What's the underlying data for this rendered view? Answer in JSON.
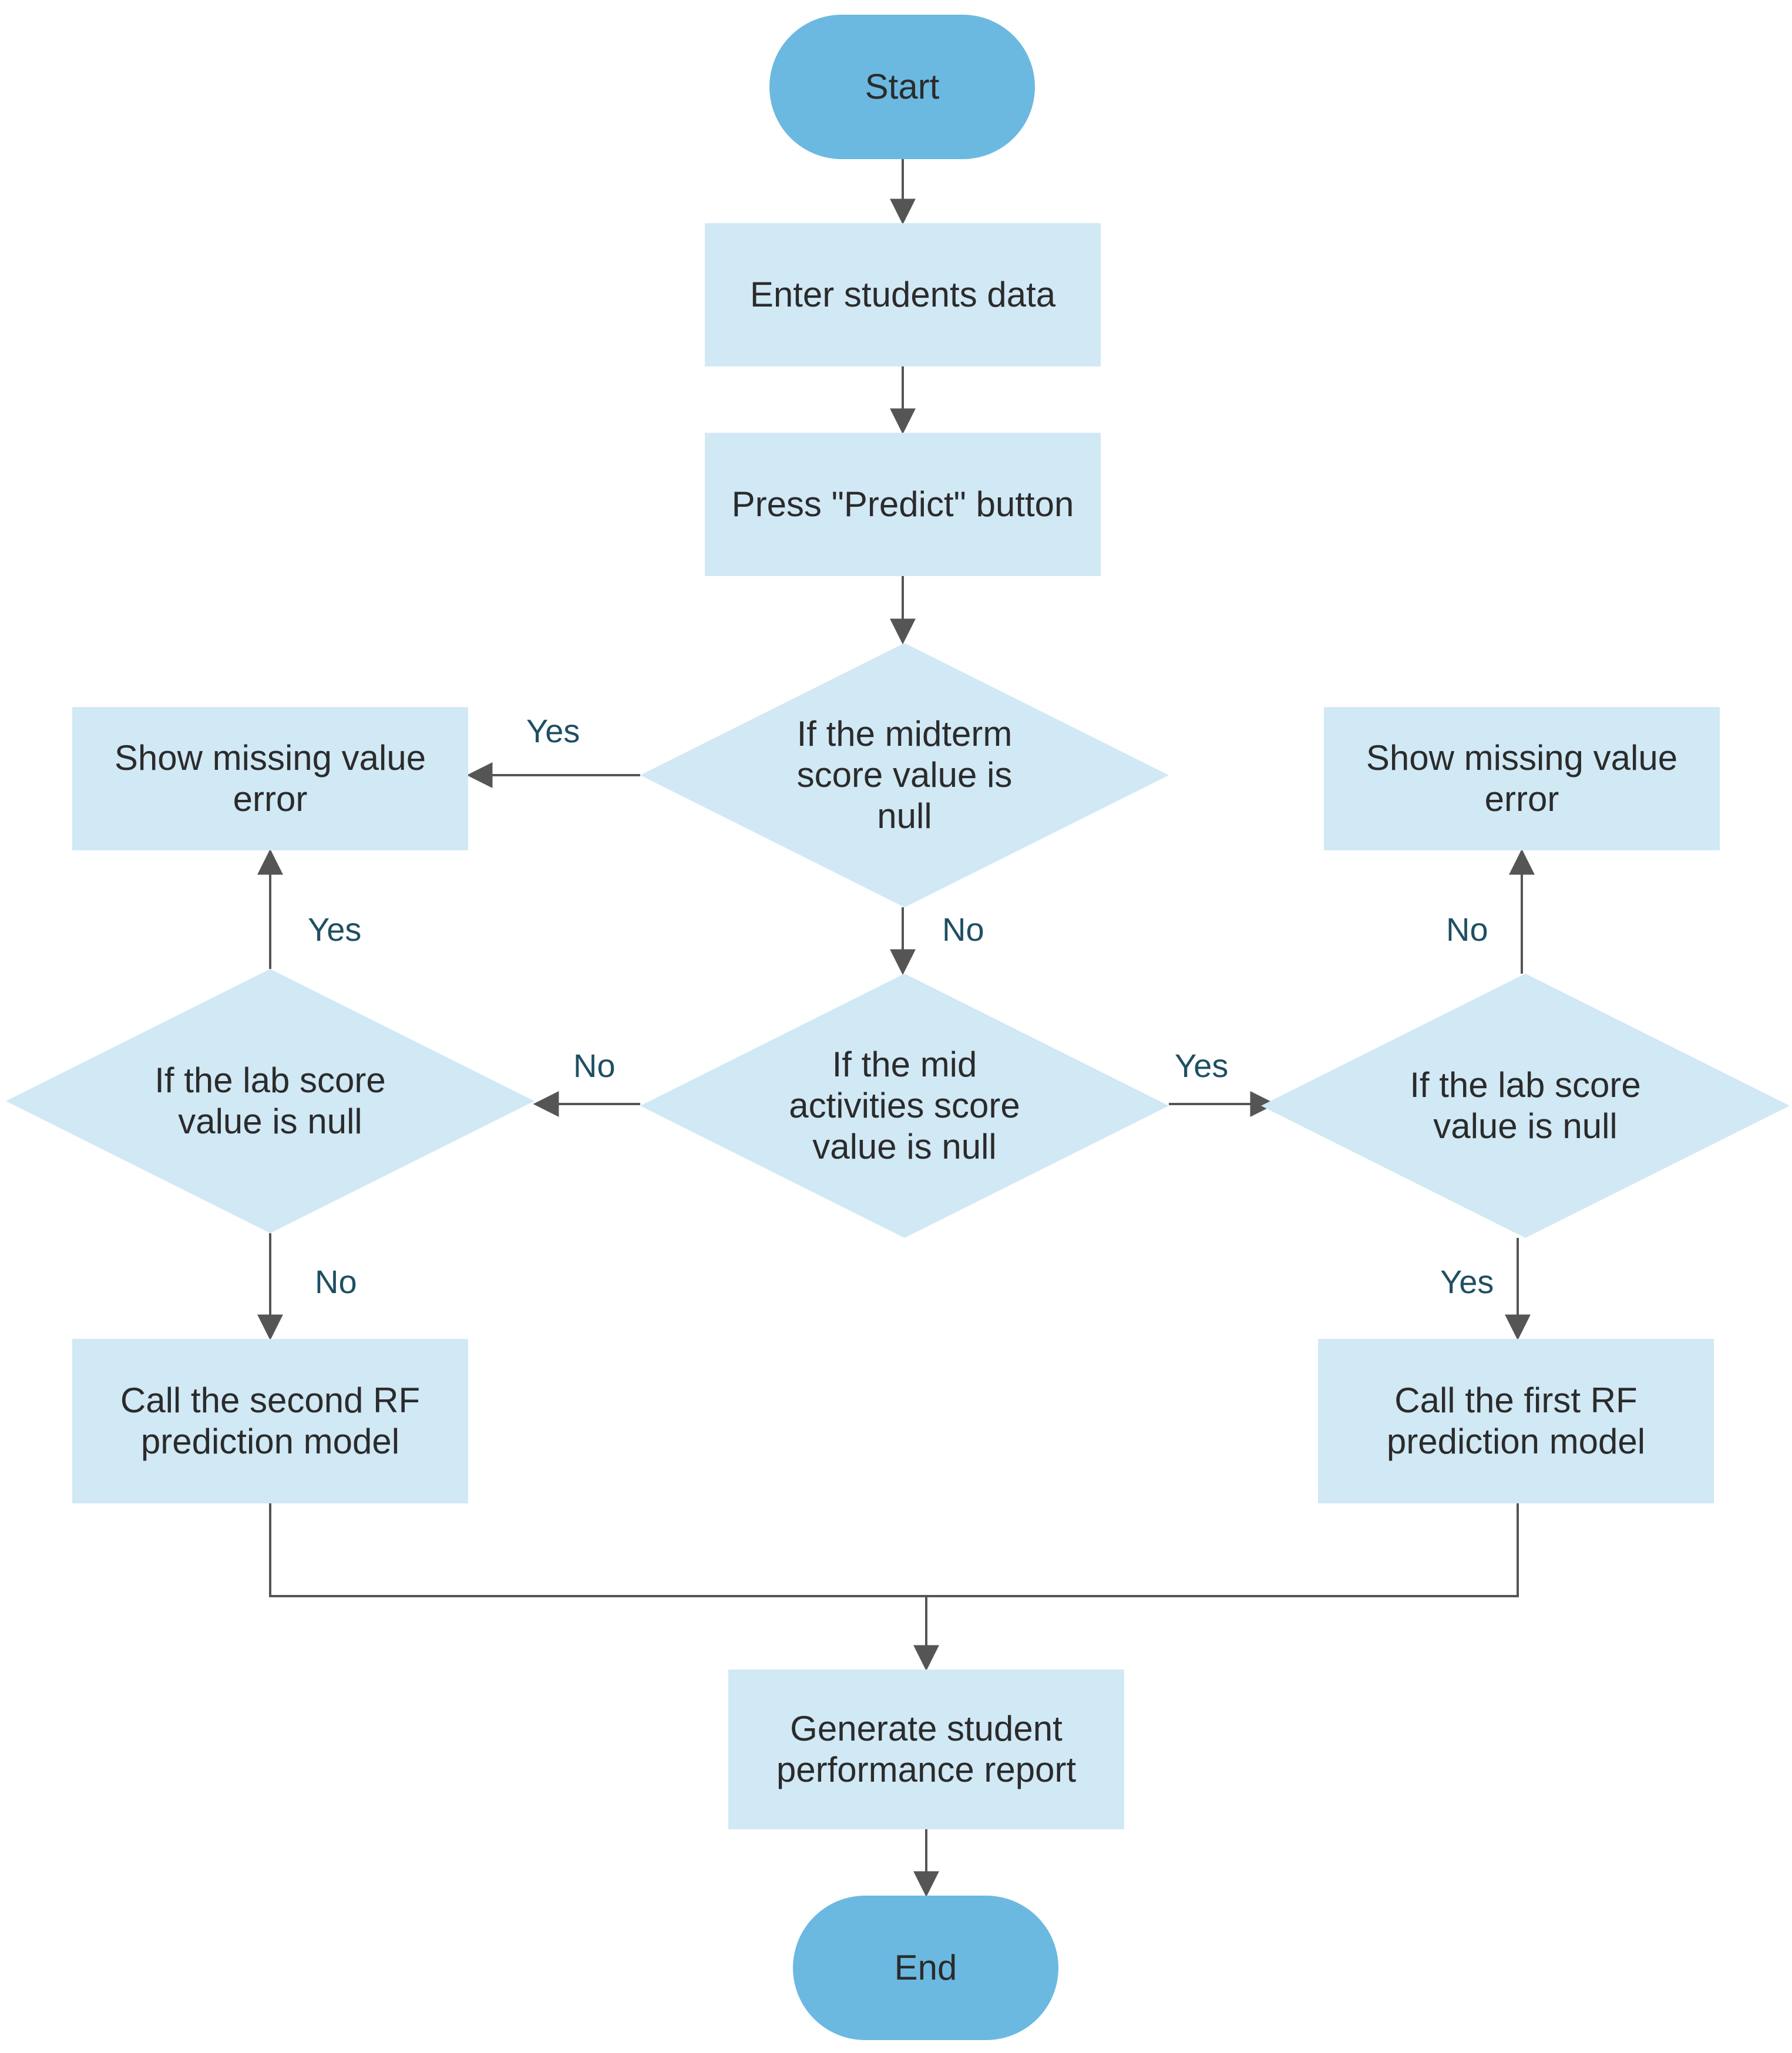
{
  "colors": {
    "process_fill": "#d1e8f5",
    "terminal_fill": "#6bb9e1",
    "decision_fill": "#d1e8f5",
    "connector": "#555555",
    "label_text": "#1f4f63"
  },
  "nodes": {
    "start": "Start",
    "enter_data": "Enter students data",
    "press_predict": "Press \"Predict\" button",
    "midterm_null": "If the midterm\nscore value is\nnull",
    "missing_left": "Show missing value\nerror",
    "missing_right": "Show missing value\nerror",
    "mid_activities_null": "If the mid\nactivities score\nvalue is null",
    "lab_null_left": "If the lab score\nvalue is null",
    "lab_null_right": "If the lab score\nvalue is null",
    "second_rf": "Call the second RF\nprediction model",
    "first_rf": "Call the first RF\nprediction model",
    "report": "Generate student\nperformance report",
    "end": "End"
  },
  "edge_labels": {
    "midterm_yes": "Yes",
    "midterm_no": "No",
    "mid_activities_no": "No",
    "mid_activities_yes": "Yes",
    "lab_left_yes": "Yes",
    "lab_left_no": "No",
    "lab_right_no": "No",
    "lab_right_yes": "Yes"
  }
}
